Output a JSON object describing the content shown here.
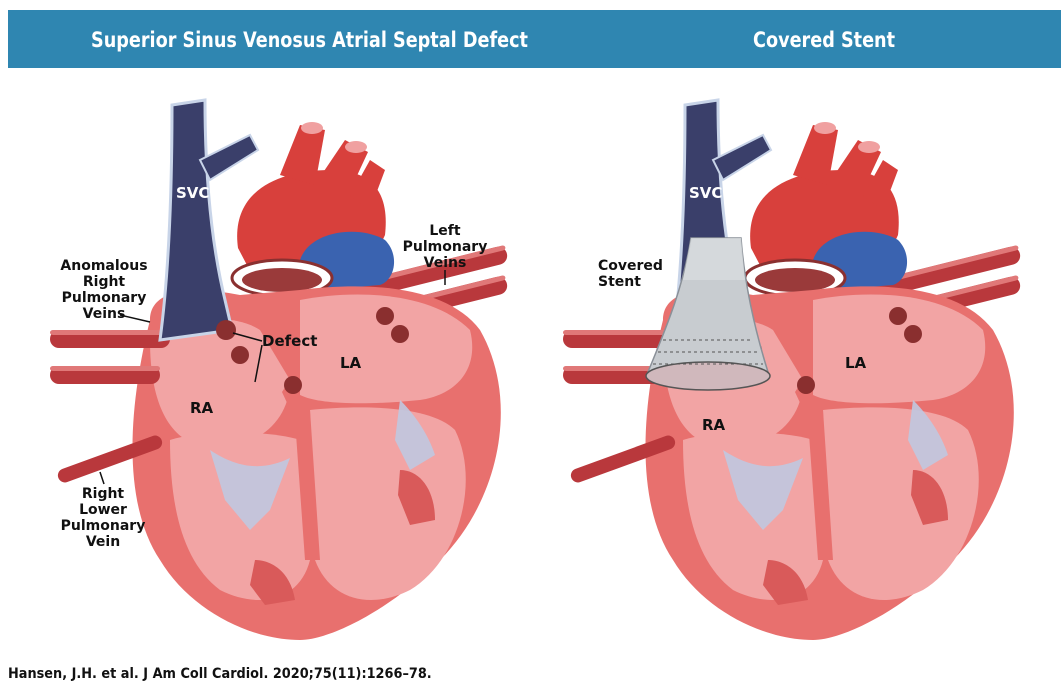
{
  "header": {
    "left_title": "Superior Sinus Venosus Atrial Septal Defect",
    "right_title": "Covered Stent"
  },
  "left_panel": {
    "svc": "SVC",
    "ra": "RA",
    "la": "LA",
    "defect": "Defect",
    "anomalous_veins": [
      "Anomalous",
      "Right",
      "Pulmonary",
      "Veins"
    ],
    "left_veins": [
      "Left",
      "Pulmonary",
      "Veins"
    ],
    "lower_vein": [
      "Right",
      "Lower",
      "Pulmonary",
      "Vein"
    ]
  },
  "right_panel": {
    "svc": "SVC",
    "ra": "RA",
    "la": "LA",
    "stent": [
      "Covered",
      "Stent"
    ]
  },
  "citation": "Hansen, J.H. et al. J Am Coll Cardiol. 2020;75(11):1266–78.",
  "colors": {
    "header": "#2f86b1",
    "myocardium": "#e8706e",
    "chamber": "#f2a4a4",
    "svc": "#3a3f6a",
    "aorta": "#d8403c",
    "pulmonary_artery": "#3a63b0",
    "vein": "#b9383c",
    "stent": "#c8ccd0"
  }
}
